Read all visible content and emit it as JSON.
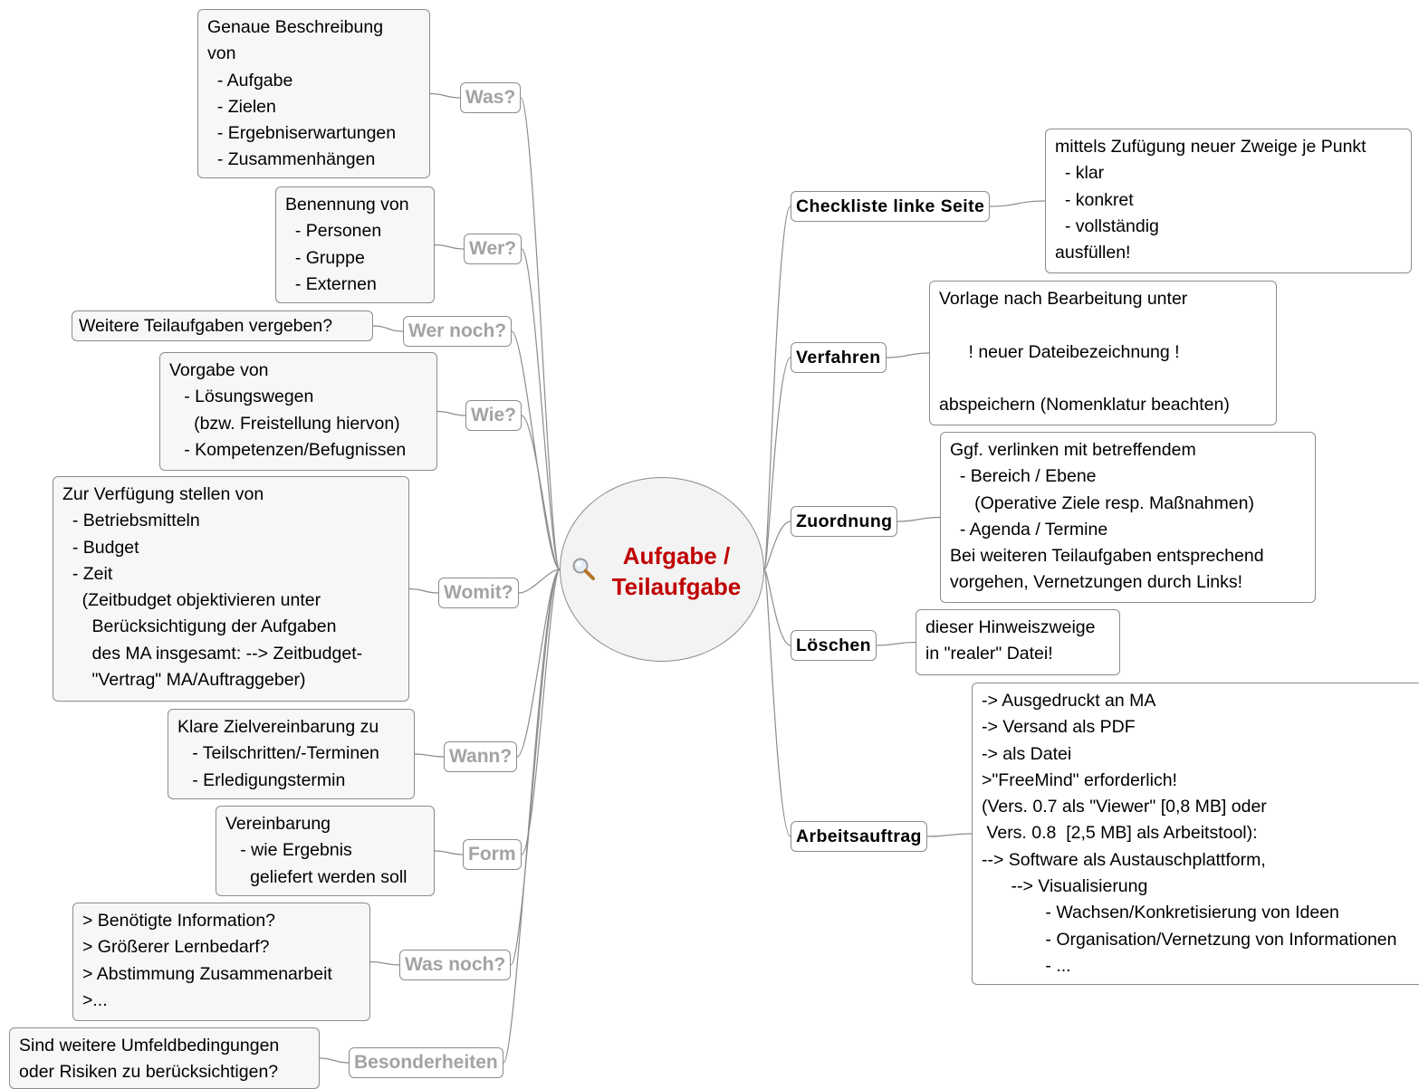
{
  "center": {
    "title": "Aufgabe / Teilaufgabe",
    "icon": "magnifier-icon"
  },
  "left_branches": [
    {
      "id": "was",
      "label": "Was?",
      "note": "Genaue Beschreibung\nvon\n  - Aufgabe\n  - Zielen\n  - Ergebniserwartungen\n  - Zusammenhängen"
    },
    {
      "id": "wer",
      "label": "Wer?",
      "note": "Benennung von\n  - Personen\n  - Gruppe\n  - Externen"
    },
    {
      "id": "wer-noch",
      "label": "Wer noch?",
      "note": "Weitere Teilaufgaben vergeben?"
    },
    {
      "id": "wie",
      "label": "Wie?",
      "note": "Vorgabe von\n   - Lösungswegen\n     (bzw. Freistellung hiervon)\n   - Kompetenzen/Befugnissen"
    },
    {
      "id": "womit",
      "label": "Womit?",
      "note": "Zur Verfügung stellen von\n  - Betriebsmitteln\n  - Budget\n  - Zeit\n    (Zeitbudget objektivieren unter\n      Berücksichtigung der Aufgaben\n      des MA insgesamt: --> Zeitbudget-\n      \"Vertrag\" MA/Auftraggeber)"
    },
    {
      "id": "wann",
      "label": "Wann?",
      "note": "Klare Zielvereinbarung zu\n   - Teilschritten/-Terminen\n   - Erledigungstermin"
    },
    {
      "id": "form",
      "label": "Form",
      "note": "Vereinbarung\n   - wie Ergebnis\n     geliefert werden soll"
    },
    {
      "id": "was-noch",
      "label": "Was noch?",
      "note": "> Benötigte Information?\n> Größerer Lernbedarf?\n> Abstimmung Zusammenarbeit\n>..."
    },
    {
      "id": "besonderheiten",
      "label": "Besonderheiten",
      "note": "Sind weitere Umfeldbedingungen\noder Risiken zu berücksichtigen?"
    }
  ],
  "right_branches": [
    {
      "id": "checkliste",
      "label": "Checkliste linke Seite",
      "note": "mittels Zufügung neuer Zweige je Punkt\n  - klar\n  - konkret\n  - vollständig\nausfüllen!"
    },
    {
      "id": "verfahren",
      "label": "Verfahren",
      "note": "Vorlage nach Bearbeitung unter\n\n      ! neuer Dateibezeichnung !\n\nabspeichern (Nomenklatur beachten)"
    },
    {
      "id": "zuordnung",
      "label": "Zuordnung",
      "note": "Ggf. verlinken mit betreffendem\n  - Bereich / Ebene\n     (Operative Ziele resp. Maßnahmen)\n  - Agenda / Termine\nBei weiteren Teilaufgaben entsprechend\nvorgehen, Vernetzungen durch Links!"
    },
    {
      "id": "loeschen",
      "label": "Löschen",
      "note": "dieser Hinweiszweige\nin \"realer\" Datei!"
    },
    {
      "id": "arbeitsauftrag",
      "label": "Arbeitsauftrag",
      "note": "-> Ausgedruckt an MA\n-> Versand als PDF\n-> als Datei\n>\"FreeMind\" erforderlich!\n(Vers. 0.7 als \"Viewer\" [0,8 MB] oder\n Vers. 0.8  [2,5 MB] als Arbeitstool):\n--> Software als Austauschplattform,\n      --> Visualisierung\n             - Wachsen/Konkretisierung von Ideen\n             - Organisation/Vernetzung von Informationen\n             - ..."
    }
  ],
  "colors": {
    "center_text": "#c00000",
    "left_label": "#a3a3a3",
    "right_label": "#000000",
    "line": "#8c8c8c",
    "note_bg": "#f6f7f7"
  }
}
